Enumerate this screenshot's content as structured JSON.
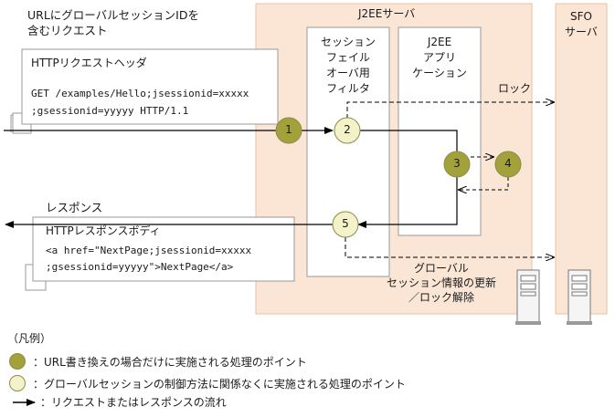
{
  "colors": {
    "server_fill": "#fbe6d6",
    "server_border": "#e8c2a6",
    "box_border": "#9a9a9a",
    "point_url_rewrite": "#a3a23a",
    "point_always": "#f3f2c8",
    "point_stroke": "#8c8b50",
    "arrow": "#000000"
  },
  "request": {
    "caption": "URLにグローバルセッションIDを\n含むリクエスト",
    "header_title": "HTTPリクエストヘッダ",
    "line1": "GET /examples/Hello;jsessionid=xxxxx",
    "line2": ";gsessionid=yyyyy HTTP/1.1"
  },
  "j2ee_server": {
    "label": "J2EEサーバ"
  },
  "filter_box": {
    "label": "セッション\nフェイル\nオーバ用\nフィルタ"
  },
  "app_box": {
    "label": "J2EE\nアプリ\nケーション"
  },
  "sfo_server": {
    "label": "SFO\nサーバ"
  },
  "lock_label": "ロック",
  "global_update_label": "グローバル\nセッション情報の更新\n／ロック解除",
  "response": {
    "caption": "レスポンス",
    "body_title": "HTTPレスポンスボディ",
    "line1": "<a href=\"NextPage;jsessionid=xxxxx",
    "line2": ";gsessionid=yyyyy\">NextPage</a>"
  },
  "points": {
    "p1": "1",
    "p2": "2",
    "p3": "3",
    "p4": "4",
    "p5": "5"
  },
  "legend": {
    "title": "（凡例）",
    "url_rewrite_only": "：URL書き換えの場合だけに実施される処理のポイント",
    "always": "：グローバルセッションの制御方法に関係なくに実施される処理のポイント",
    "flow": "：リクエストまたはレスポンスの流れ"
  }
}
